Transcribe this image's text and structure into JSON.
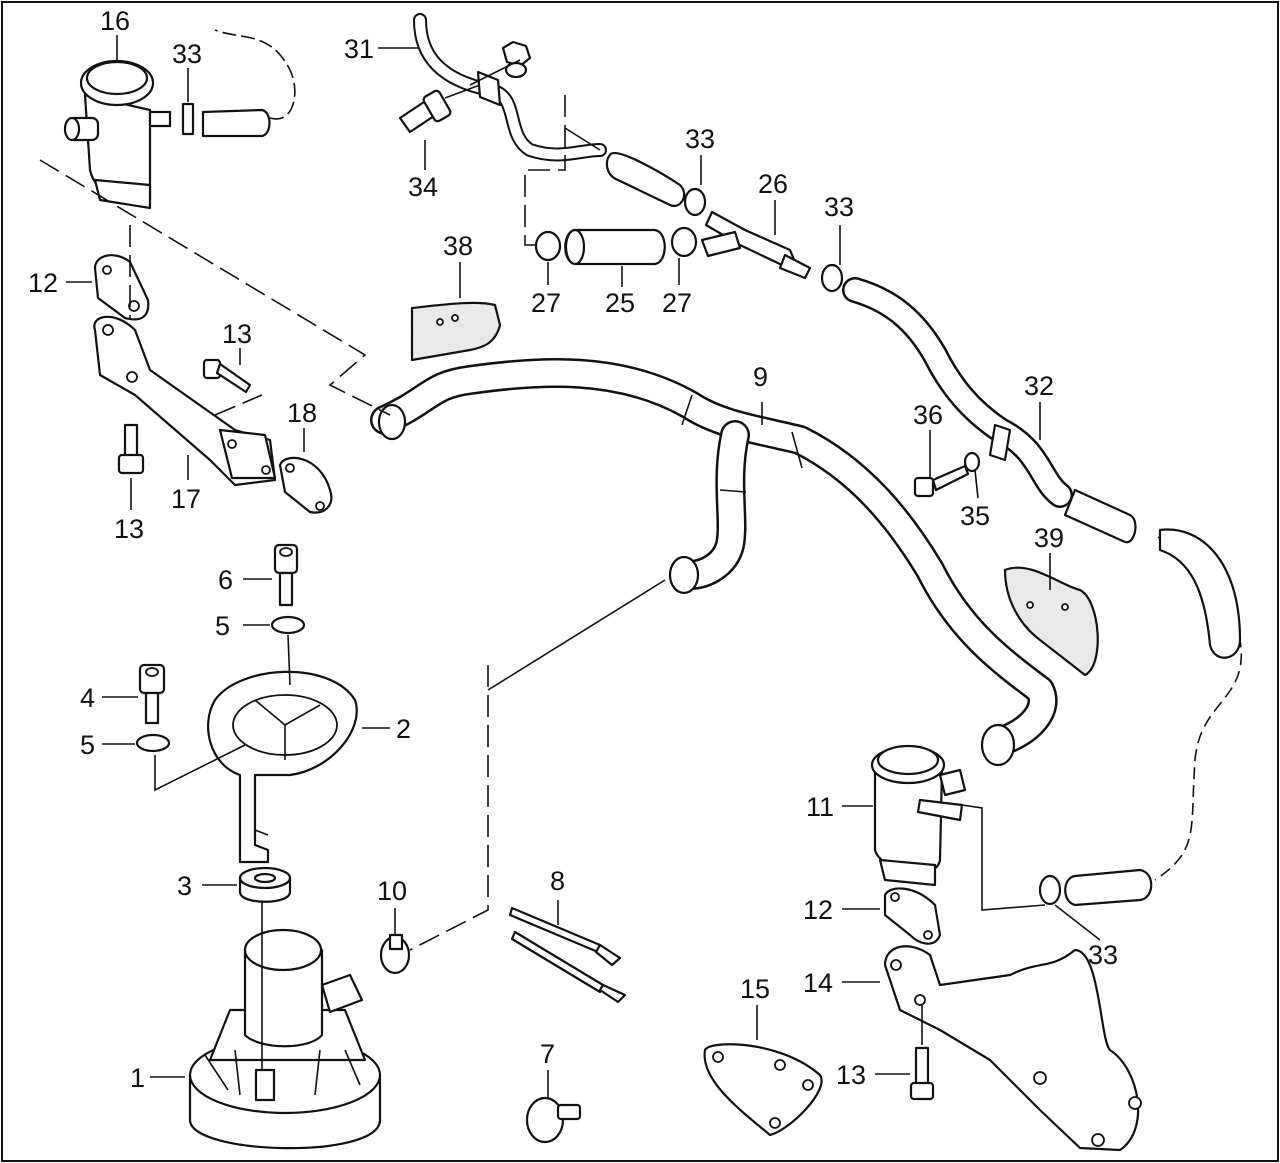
{
  "callouts": {
    "c1": "1",
    "c2": "2",
    "c3": "3",
    "c4": "4",
    "c5a": "5",
    "c5b": "5",
    "c6": "6",
    "c7": "7",
    "c8": "8",
    "c9": "9",
    "c10": "10",
    "c11": "11",
    "c12a": "12",
    "c12b": "12",
    "c13a": "13",
    "c13b": "13",
    "c13c": "13",
    "c14": "14",
    "c15": "15",
    "c16": "16",
    "c17": "17",
    "c18": "18",
    "c25": "25",
    "c26": "26",
    "c27a": "27",
    "c27b": "27",
    "c31": "31",
    "c32": "32",
    "c33a": "33",
    "c33b": "33",
    "c33c": "33",
    "c33d": "33",
    "c34": "34",
    "c35": "35",
    "c36": "36",
    "c38": "38",
    "c39": "39"
  }
}
